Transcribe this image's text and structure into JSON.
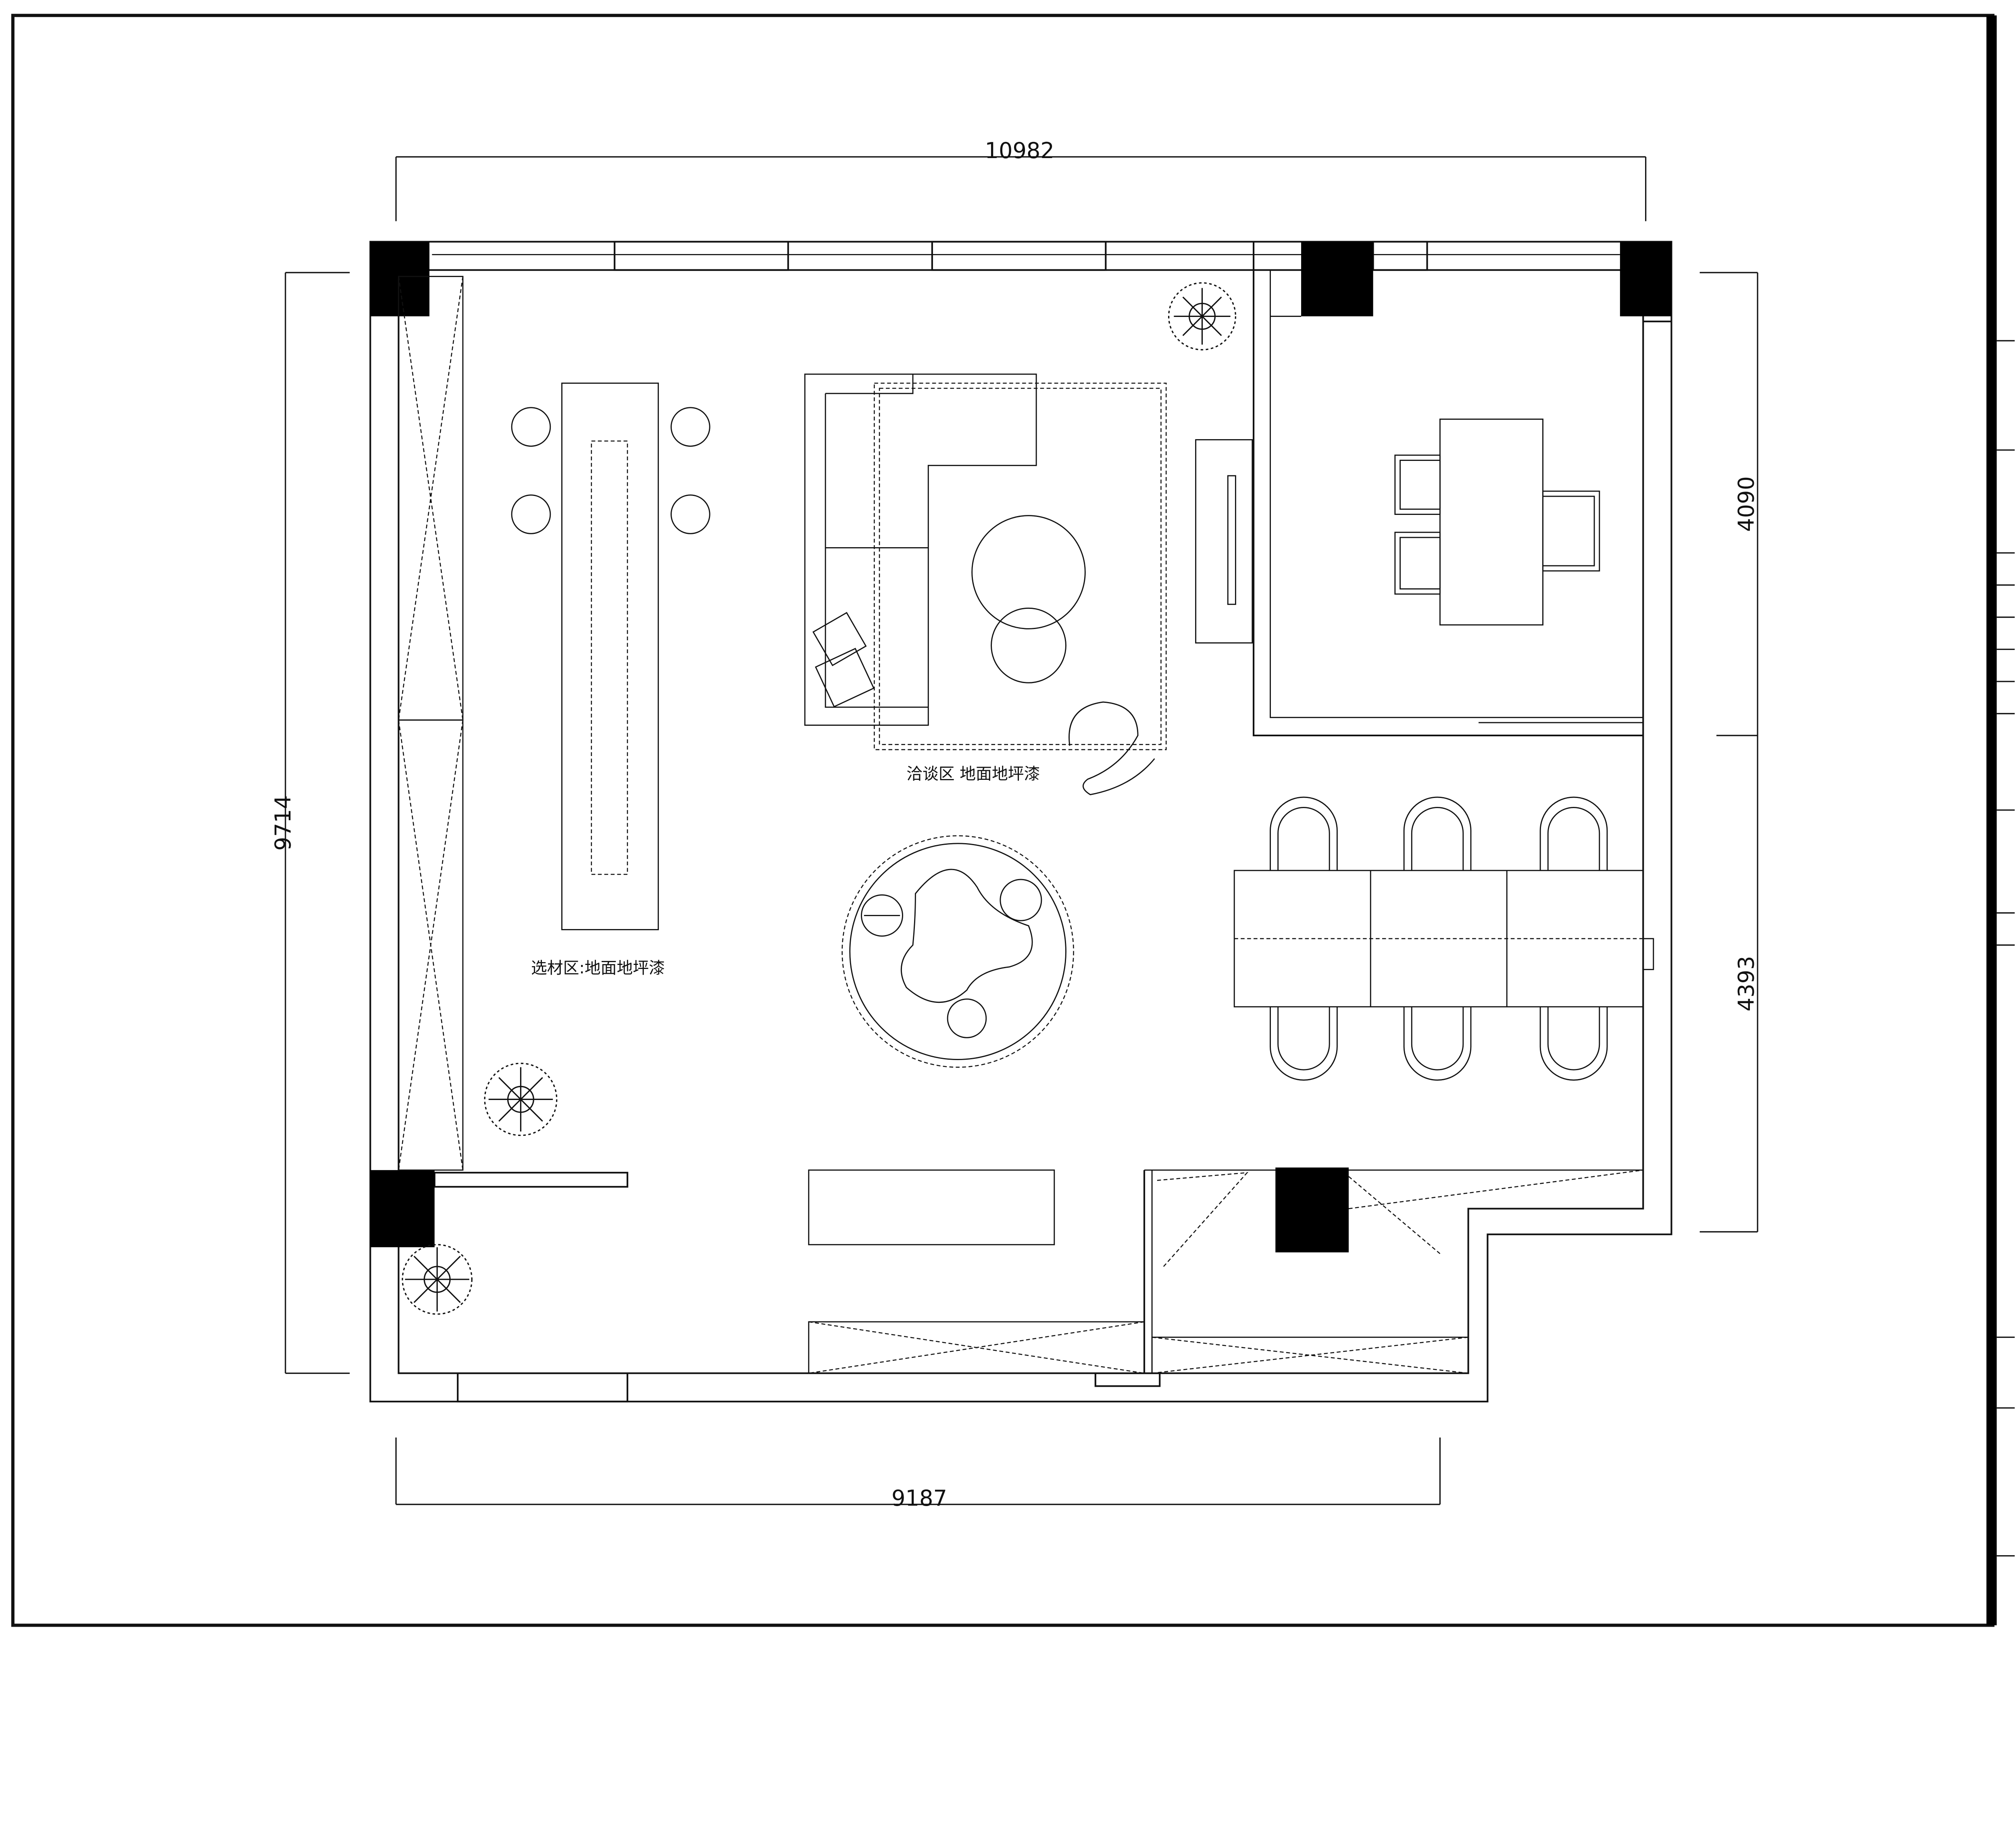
{
  "drawing": {
    "dimensions": {
      "top_width": "10982",
      "left_height": "9714",
      "bottom_width": "9187",
      "right_upper": "4090",
      "right_lower": "4393"
    },
    "labels": {
      "material_zone": "选材区:地面地坪漆",
      "negotiation_zone": "洽谈区 地面地坪漆"
    }
  }
}
